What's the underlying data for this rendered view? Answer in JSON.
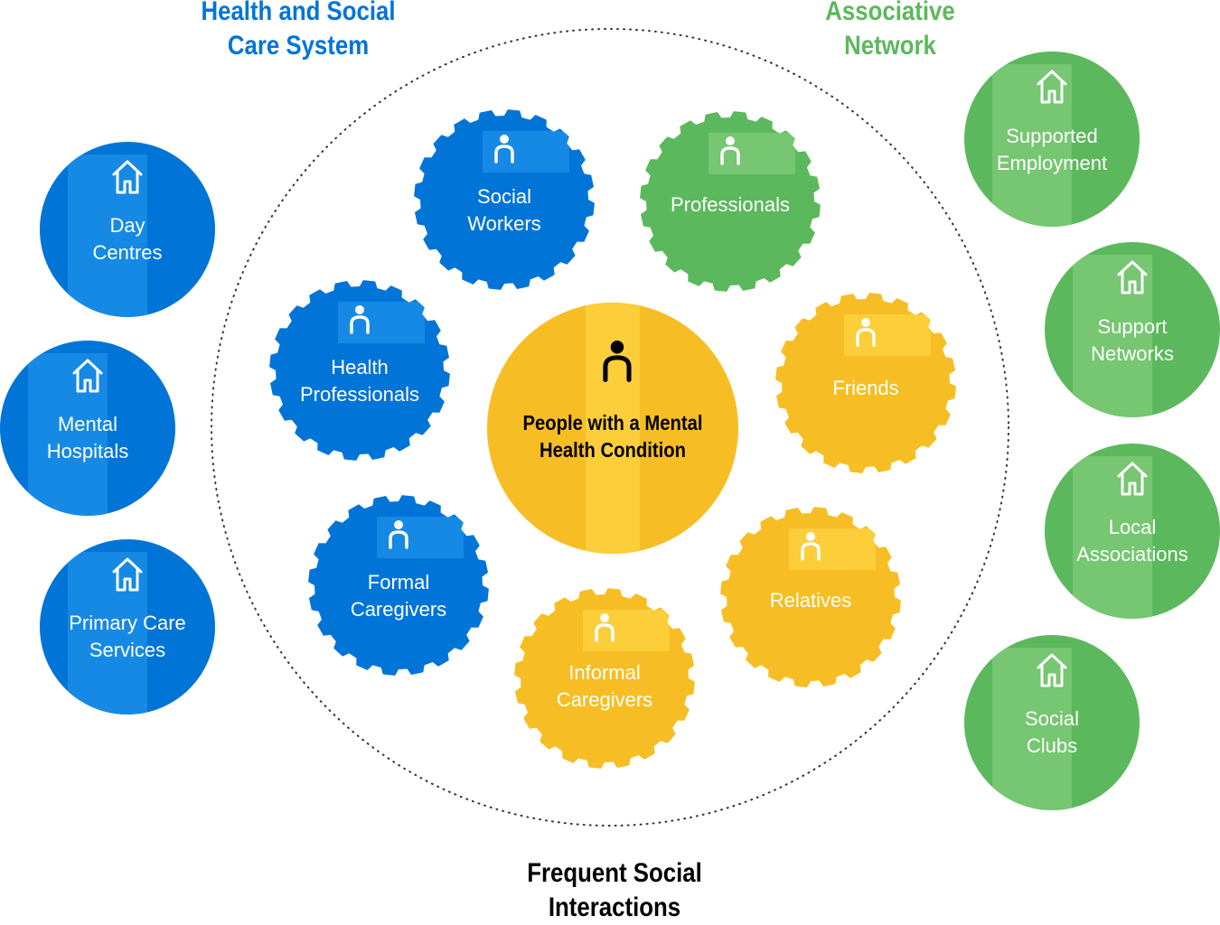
{
  "headings": {
    "health_line1": "Health and Social",
    "health_line2": "Care System",
    "assoc_line1": "Associative",
    "assoc_line2": "Network",
    "freq_line1": "Frequent Social",
    "freq_line2": "Interactions"
  },
  "colors": {
    "blue": "#0174D8",
    "blue_light": "#1E90E8",
    "green": "#5CB85C",
    "green_light": "#7FCB7A",
    "yellow": "#F6BE24",
    "yellow_light": "#FCD341",
    "center_text": "#000000",
    "heading_health": "#0174D8",
    "heading_assoc": "#5CB85C"
  },
  "nodes": {
    "day_centres": {
      "line1": "Day",
      "line2": "Centres",
      "icon": "house-icon"
    },
    "mental_hospitals": {
      "line1": "Mental",
      "line2": "Hospitals",
      "icon": "house-icon"
    },
    "primary_care": {
      "line1": "Primary Care",
      "line2": "Services",
      "icon": "house-icon"
    },
    "social_workers": {
      "line1": "Social",
      "line2": "Workers",
      "icon": "person-icon"
    },
    "professionals": {
      "line1": "Professionals",
      "icon": "person-icon"
    },
    "health_professionals": {
      "line1": "Health",
      "line2": "Professionals",
      "icon": "person-icon"
    },
    "center": {
      "line1": "People with a Mental",
      "line2": "Health Condition",
      "icon": "person-icon"
    },
    "friends": {
      "line1": "Friends",
      "icon": "person-icon"
    },
    "formal_caregivers": {
      "line1": "Formal",
      "line2": "Caregivers",
      "icon": "person-icon"
    },
    "relatives": {
      "line1": "Relatives",
      "icon": "person-icon"
    },
    "informal_caregivers": {
      "line1": "Informal",
      "line2": "Caregivers",
      "icon": "person-icon"
    },
    "supported_employment": {
      "line1": "Supported",
      "line2": "Employment",
      "icon": "house-icon"
    },
    "support_networks": {
      "line1": "Support",
      "line2": "Networks",
      "icon": "house-icon"
    },
    "local_associations": {
      "line1": "Local",
      "line2": "Associations",
      "icon": "house-icon"
    },
    "social_clubs": {
      "line1": "Social",
      "line2": "Clubs",
      "icon": "house-icon"
    }
  }
}
